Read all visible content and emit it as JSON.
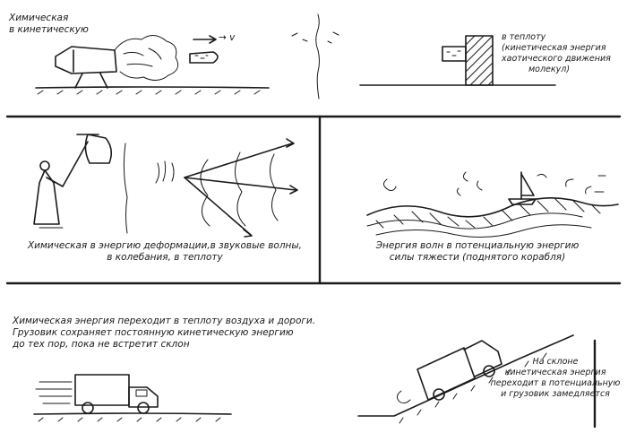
{
  "panels": {
    "rocket": {
      "caption_l1": "Химическая",
      "caption_l2": "в кинетическую",
      "velocity_label": "→ v"
    },
    "heat": {
      "caption_l1": "в теплоту",
      "caption_l2": "(кинетическая энергия",
      "caption_l3": "хаотического движения",
      "caption_l4": "молекул)"
    },
    "bell": {
      "caption_l1": "Химическая в энергию деформации,в звуковые волны,",
      "caption_l2": "в колебания, в теплоту"
    },
    "waves": {
      "caption_l1": "Энергия волн в потенциальную энергию",
      "caption_l2": "силы  тяжести (поднятого корабля)"
    },
    "truck_flat": {
      "caption_l1": "Химическая энергия переходит в теплоту воздуха и дороги.",
      "caption_l2": "Грузовик сохраняет постоянную кинетическую энергию",
      "caption_l3": "до тех пор, пока не встретит склон"
    },
    "truck_slope": {
      "caption_l1": "На склоне",
      "caption_l2": "кинетическая энергия",
      "caption_l3": "переходит в потенциальную",
      "caption_l4": "и грузовик замедляется"
    }
  }
}
